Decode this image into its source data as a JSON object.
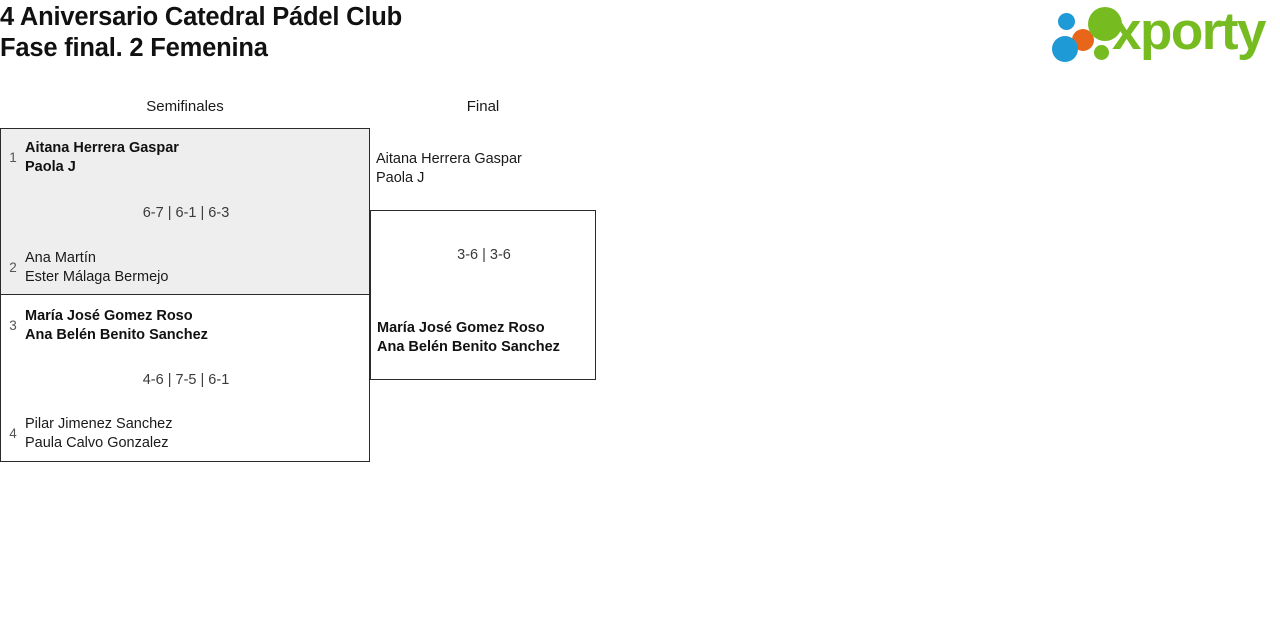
{
  "header": {
    "title_line_1": "4 Aniversario Catedral Pádel Club",
    "title_line_2": "Fase final. 2 Femenina"
  },
  "logo": {
    "wordmark": "xporty",
    "colors": {
      "green": "#76bc21",
      "blue": "#1e9ad6",
      "orange": "#e8661a"
    },
    "dots": [
      {
        "name": "dot-blue-small",
        "color": "#1e9ad6"
      },
      {
        "name": "dot-orange",
        "color": "#e8661a"
      },
      {
        "name": "dot-blue-large",
        "color": "#1e9ad6"
      },
      {
        "name": "dot-green-large",
        "color": "#76bc21"
      },
      {
        "name": "dot-green-small",
        "color": "#76bc21"
      }
    ]
  },
  "bracket": {
    "rounds": [
      {
        "name": "semifinals",
        "label": "Semifinales"
      },
      {
        "name": "final",
        "label": "Final"
      }
    ],
    "semifinals": [
      {
        "score": "6-7 | 6-1 | 6-3",
        "top": {
          "seed": "1",
          "player_1": "Aitana Herrera Gaspar",
          "player_2": "Paola J",
          "winner": true
        },
        "bottom": {
          "seed": "2",
          "player_1": "Ana Martín",
          "player_2": "Ester Málaga Bermejo",
          "winner": false
        }
      },
      {
        "score": "4-6 | 7-5 | 6-1",
        "top": {
          "seed": "3",
          "player_1": "María José Gomez Roso",
          "player_2": "Ana Belén Benito Sanchez",
          "winner": true
        },
        "bottom": {
          "seed": "4",
          "player_1": "Pilar Jimenez Sanchez",
          "player_2": "Paula Calvo Gonzalez",
          "winner": false
        }
      }
    ],
    "final": {
      "score": "3-6 | 3-6",
      "top": {
        "player_1": "Aitana Herrera Gaspar",
        "player_2": "Paola J",
        "winner": false
      },
      "bottom": {
        "player_1": "María José Gomez Roso",
        "player_2": "Ana Belén Benito Sanchez",
        "winner": true
      }
    }
  }
}
